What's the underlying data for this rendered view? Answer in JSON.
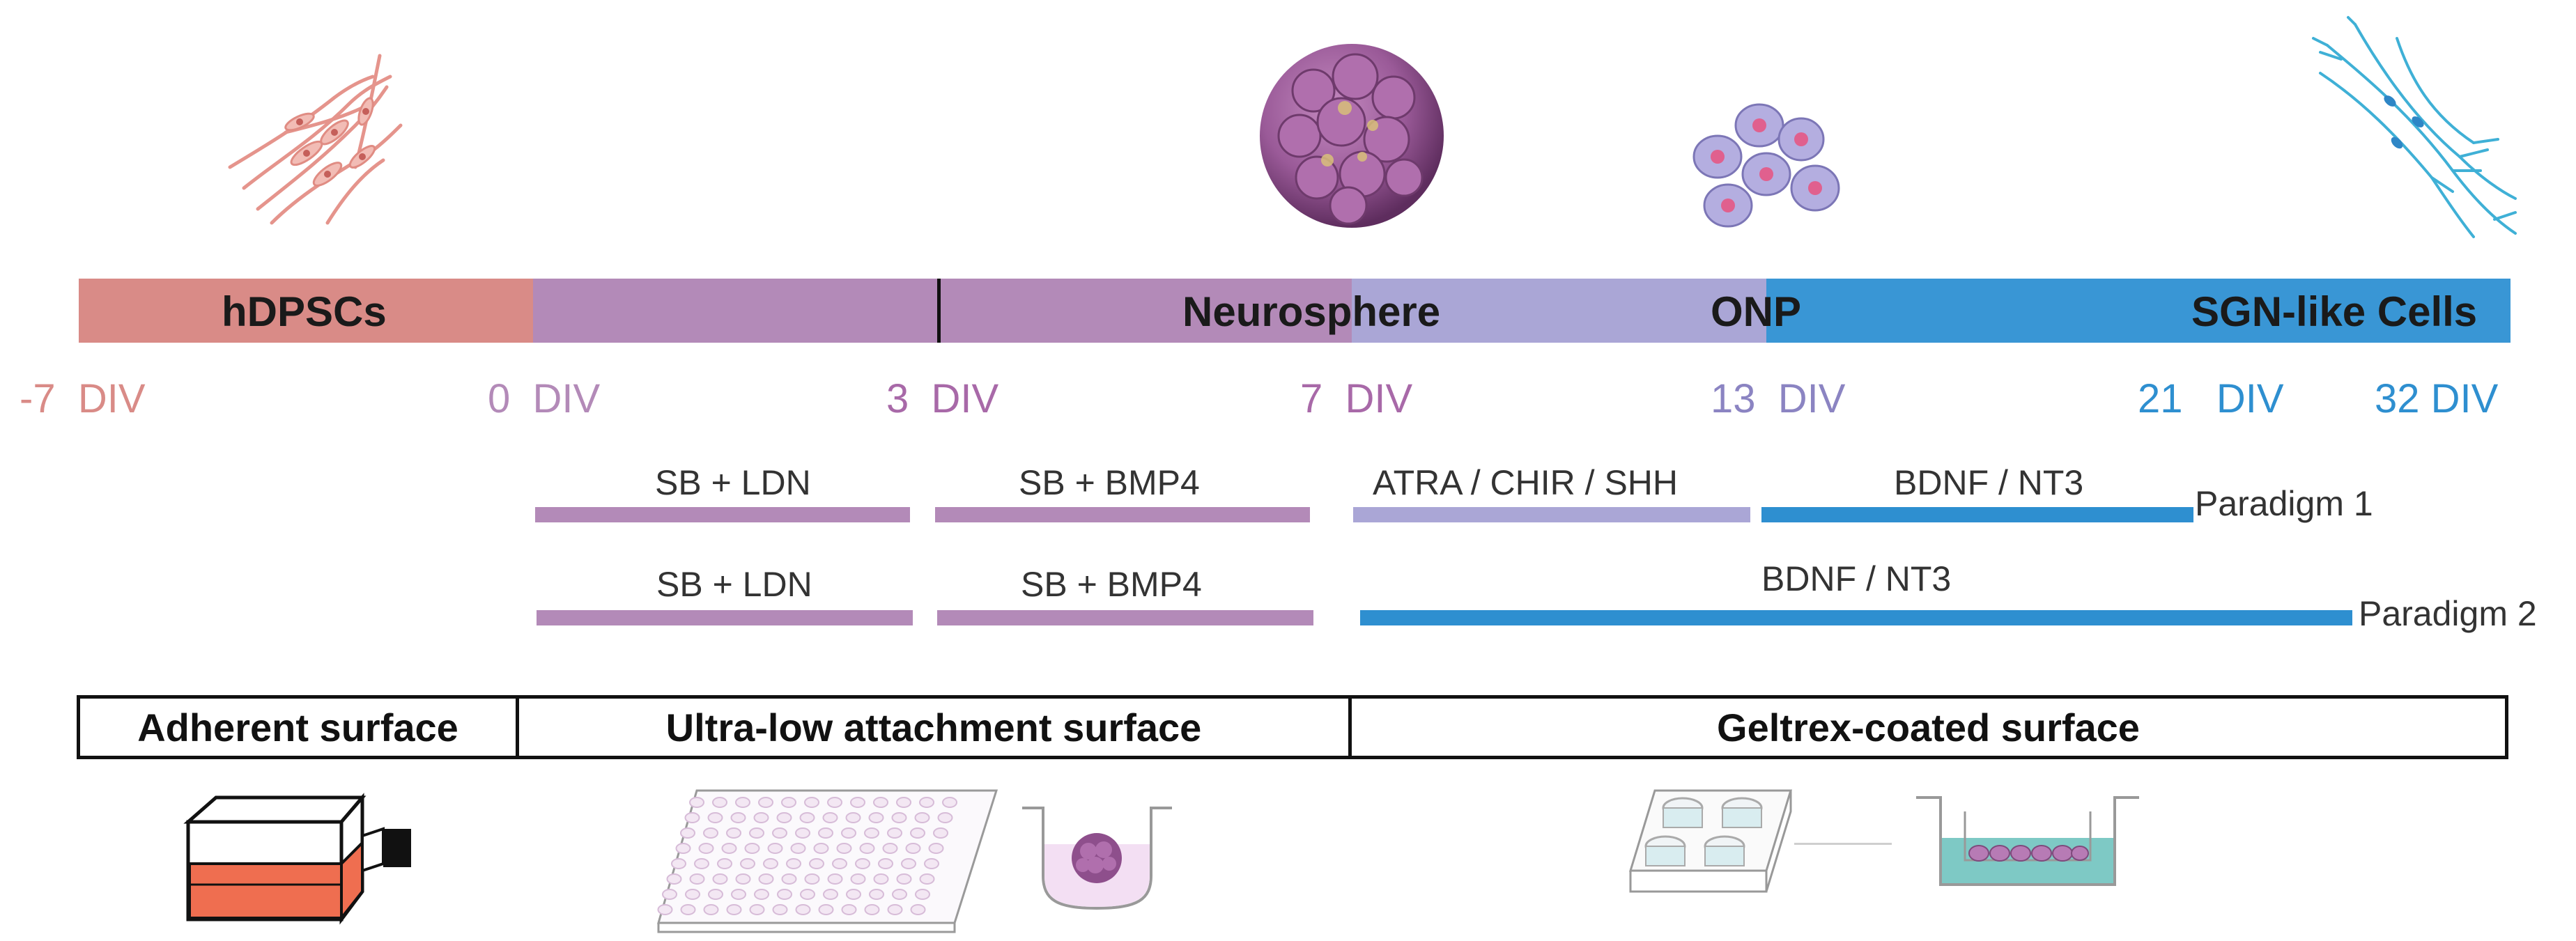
{
  "timeline": {
    "stages": [
      {
        "label": "hDPSCs",
        "color": "#d98b87"
      },
      {
        "label": "",
        "color": "#b38ab8"
      },
      {
        "label": "Neurosphere",
        "color": "#b38ab8"
      },
      {
        "label": "ONP",
        "color": "#aaa6d6"
      },
      {
        "label": "SGN-like Cells",
        "color": "#3996d5"
      }
    ],
    "days": [
      {
        "num": "-7",
        "unit": "DIV",
        "color": "#d98b87"
      },
      {
        "num": "0",
        "unit": "DIV",
        "color": "#b38ab8"
      },
      {
        "num": "3",
        "unit": "DIV",
        "color": "#a869a8"
      },
      {
        "num": "7",
        "unit": "DIV",
        "color": "#a869a8"
      },
      {
        "num": "13",
        "unit": "DIV",
        "color": "#8b84c2"
      },
      {
        "num": "21",
        "unit": "DIV",
        "color": "#2e8fd0"
      },
      {
        "num": "32",
        "unit": "DIV",
        "color": "#2e8fd0"
      }
    ]
  },
  "paradigms": [
    {
      "label": "Paradigm 1",
      "treatments": [
        {
          "label": "SB + LDN",
          "color": "#b38ab8"
        },
        {
          "label": "SB + BMP4",
          "color": "#b38ab8"
        },
        {
          "label": "ATRA / CHIR / SHH",
          "color": "#aaa6d6"
        },
        {
          "label": "BDNF / NT3",
          "color": "#2e8fd0"
        }
      ]
    },
    {
      "label": "Paradigm 2",
      "treatments": [
        {
          "label": "SB + LDN",
          "color": "#b38ab8"
        },
        {
          "label": "SB + BMP4",
          "color": "#b38ab8"
        },
        {
          "label": "BDNF / NT3",
          "color": "#2e8fd0"
        }
      ]
    }
  ],
  "surfaces": [
    {
      "label": "Adherent surface"
    },
    {
      "label": "Ultra-low attachment  surface"
    },
    {
      "label": "Geltrex-coated surface"
    }
  ],
  "colors": {
    "hdpsc": "#d98b87",
    "neurosphere": "#b38ab8",
    "onp": "#aaa6d6",
    "sgn": "#3996d5",
    "flask": "#ef6e50"
  },
  "icons": [
    "fibroblast-cells-icon",
    "neurosphere-icon",
    "onp-cells-icon",
    "neurons-icon",
    "culture-flask-icon",
    "well-plate-icon",
    "culture-well-icon",
    "transwell-plate-icon",
    "transwell-insert-icon"
  ]
}
